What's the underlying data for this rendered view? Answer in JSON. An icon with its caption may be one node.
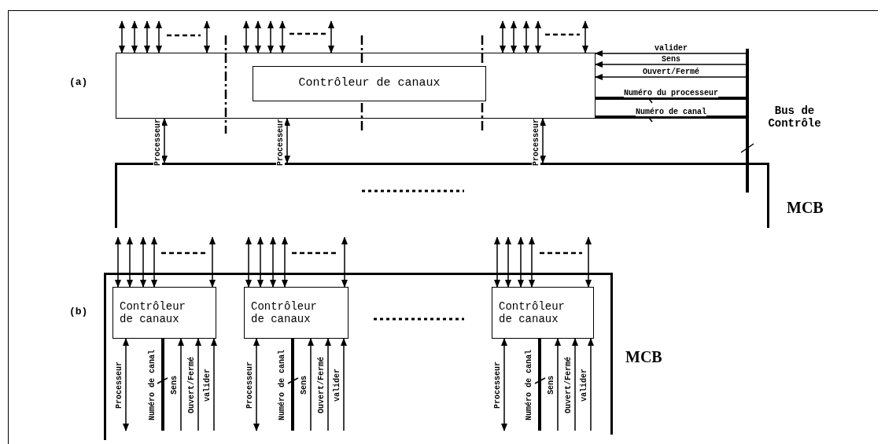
{
  "diagram": {
    "nodes": [
      {
        "text": [],
        "shape": "box"
      },
      {
        "text": [
          "Contrôleur de canaux"
        ],
        "in": 0
      },
      {
        "text": [],
        "shape": "bar",
        "beside": [
          "Bus de Contrôle"
        ]
      },
      {
        "text": [],
        "shape": "bar"
      },
      {
        "text": [],
        "shape": "bar"
      },
      {
        "text": [
          "Contrôleur de canaux"
        ]
      },
      {
        "text": [
          "Contrôleur de canaux"
        ]
      },
      {
        "text": [
          "Contrôleur de canaux"
        ]
      }
    ],
    "edges": [
      {
        "from": null,
        "to": 0,
        "arrow": "both"
      },
      {
        "from": null,
        "to": 0,
        "arrow": "both"
      },
      {
        "from": null,
        "to": 0,
        "arrow": "both"
      },
      {
        "from": null,
        "to": 0,
        "arrow": "both"
      },
      {
        "from": null,
        "to": 0,
        "arrow": "both"
      },
      {
        "from": null,
        "to": 0,
        "arrow": "both"
      },
      {
        "from": null,
        "to": 0,
        "arrow": "both"
      },
      {
        "from": null,
        "to": 0,
        "arrow": "both"
      },
      {
        "from": null,
        "to": 0,
        "arrow": "both"
      },
      {
        "from": null,
        "to": 0,
        "arrow": "both"
      },
      {
        "from": null,
        "to": 0,
        "arrow": "both"
      },
      {
        "from": null,
        "to": 0,
        "arrow": "both"
      },
      {
        "from": null,
        "to": 0,
        "arrow": "both"
      },
      {
        "from": null,
        "to": 0,
        "arrow": "both"
      },
      {
        "from": null,
        "to": 0,
        "arrow": "both"
      },
      {
        "from": 2,
        "to": 0,
        "arrow": "to",
        "label": "valider"
      },
      {
        "from": 2,
        "to": 0,
        "arrow": "to",
        "label": "Sens"
      },
      {
        "from": 2,
        "to": 0,
        "arrow": "to",
        "label": "Ouvert/Fermé"
      },
      {
        "from": 2,
        "to": 0,
        "arrow": "none",
        "style": "thick",
        "label": "Numéro du processeur"
      },
      {
        "from": 2,
        "to": 0,
        "arrow": "none",
        "style": "thick",
        "label": "Numéro de canal"
      },
      {
        "from": 0,
        "to": 3,
        "arrow": "both",
        "label": "Processeur"
      },
      {
        "from": 0,
        "to": 3,
        "arrow": "both",
        "label": "Processeur"
      },
      {
        "from": 0,
        "to": 3,
        "arrow": "both",
        "label": "Processeur"
      },
      {
        "from": null,
        "to": 5,
        "arrow": "both"
      },
      {
        "from": null,
        "to": 5,
        "arrow": "both"
      },
      {
        "from": null,
        "to": 5,
        "arrow": "both"
      },
      {
        "from": null,
        "to": 5,
        "arrow": "both"
      },
      {
        "from": null,
        "to": 5,
        "arrow": "both"
      },
      {
        "from": null,
        "to": 5,
        "arrow": "both",
        "label": "Processeur"
      },
      {
        "from": null,
        "to": 5,
        "arrow": "none",
        "style": "thick",
        "label": "Numéro de canal"
      },
      {
        "from": null,
        "to": 5,
        "arrow": "to",
        "label": "Sens"
      },
      {
        "from": null,
        "to": 5,
        "arrow": "to",
        "label": "Ouvert/Fermé"
      },
      {
        "from": null,
        "to": 5,
        "arrow": "to",
        "label": "valider"
      },
      {
        "from": null,
        "to": 6,
        "arrow": "both"
      },
      {
        "from": null,
        "to": 6,
        "arrow": "both"
      },
      {
        "from": null,
        "to": 6,
        "arrow": "both"
      },
      {
        "from": null,
        "to": 6,
        "arrow": "both"
      },
      {
        "from": null,
        "to": 6,
        "arrow": "both"
      },
      {
        "from": null,
        "to": 6,
        "arrow": "both",
        "label": "Processeur"
      },
      {
        "from": null,
        "to": 6,
        "arrow": "none",
        "style": "thick",
        "label": "Numéro de canal"
      },
      {
        "from": null,
        "to": 6,
        "arrow": "to",
        "label": "Sens"
      },
      {
        "from": null,
        "to": 6,
        "arrow": "to",
        "label": "Ouvert/Fermé"
      },
      {
        "from": null,
        "to": 6,
        "arrow": "to",
        "label": "valider"
      },
      {
        "from": null,
        "to": 7,
        "arrow": "both"
      },
      {
        "from": null,
        "to": 7,
        "arrow": "both"
      },
      {
        "from": null,
        "to": 7,
        "arrow": "both"
      },
      {
        "from": null,
        "to": 7,
        "arrow": "both"
      },
      {
        "from": null,
        "to": 7,
        "arrow": "both"
      },
      {
        "from": null,
        "to": 7,
        "arrow": "both",
        "label": "Processeur"
      },
      {
        "from": null,
        "to": 7,
        "arrow": "none",
        "style": "thick",
        "label": "Numéro de canal"
      },
      {
        "from": null,
        "to": 7,
        "arrow": "to",
        "label": "Sens"
      },
      {
        "from": null,
        "to": 7,
        "arrow": "to",
        "label": "Ouvert/Fermé"
      },
      {
        "from": null,
        "to": 7,
        "arrow": "to",
        "label": "valider"
      }
    ],
    "labels": [
      "(a)",
      "MCB",
      "(b)",
      "MCB"
    ]
  }
}
